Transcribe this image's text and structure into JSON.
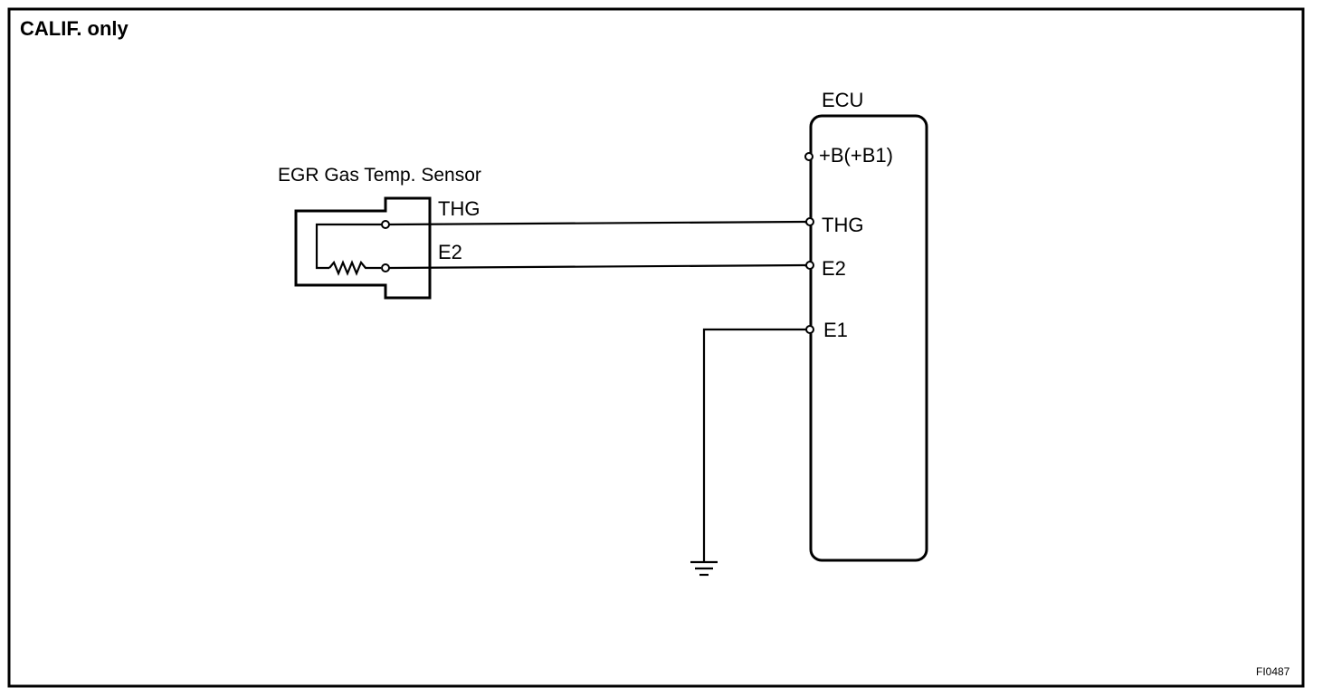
{
  "header": {
    "label": "CALIF. only"
  },
  "ecu": {
    "title": "ECU",
    "pins": {
      "b": "+B(+B1)",
      "thg": "THG",
      "e2": "E2",
      "e1": "E1"
    }
  },
  "sensor": {
    "title": "EGR Gas Temp. Sensor",
    "pins": {
      "thg": "THG",
      "e2": "E2"
    }
  },
  "figure_code": "FI0487"
}
